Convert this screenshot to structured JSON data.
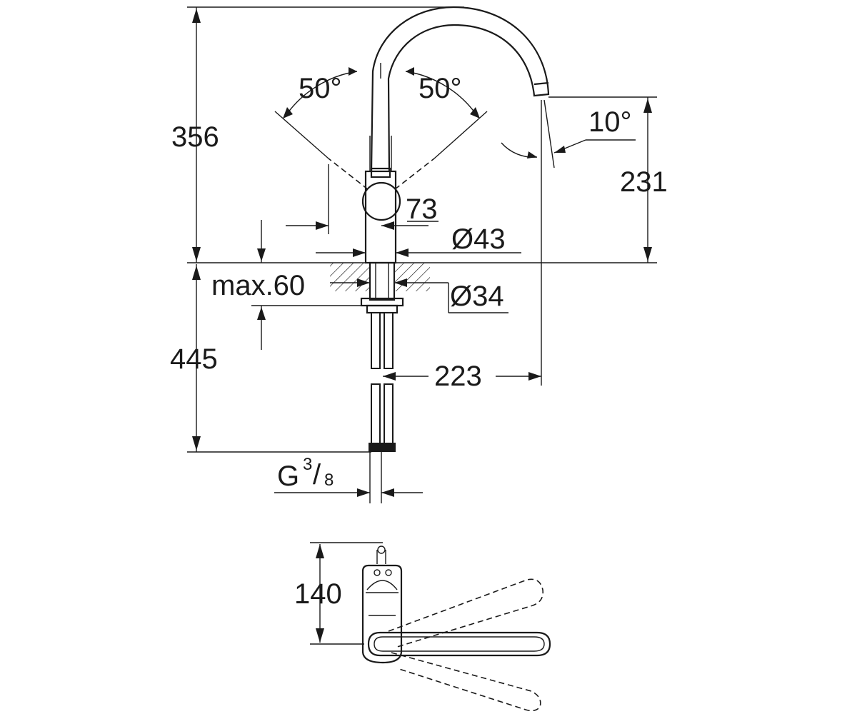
{
  "dimensions": {
    "height_above_deck": "356",
    "handle_swing_left": "50°",
    "handle_swing_right": "50°",
    "spout_angle": "10°",
    "spout_height": "231",
    "handle_diameter": "73",
    "body_diameter": "Ø43",
    "max_deck_thickness": "max.60",
    "hole_diameter": "Ø34",
    "height_below_deck": "445",
    "spout_reach": "223",
    "connection_main": "G",
    "connection_num": "3",
    "connection_den": "8",
    "top_view_depth": "140"
  },
  "colors": {
    "line": "#1a1a1a",
    "background": "#ffffff"
  }
}
